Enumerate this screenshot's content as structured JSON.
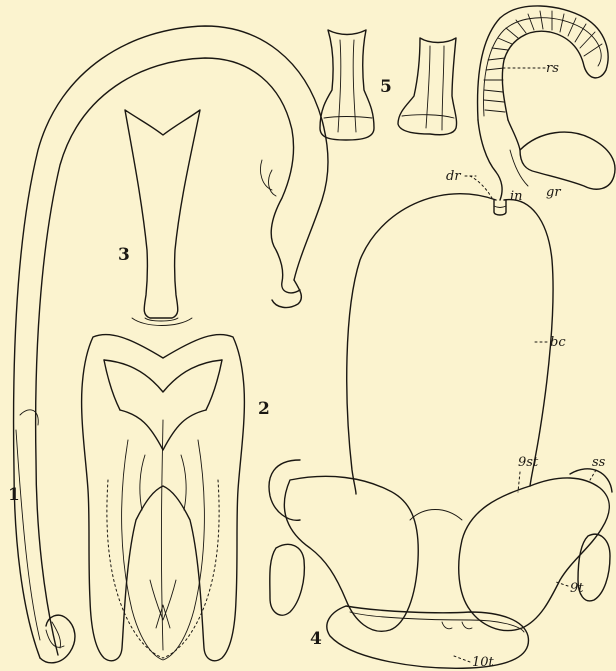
{
  "figure_numbers": {
    "fig1": "1",
    "fig2": "2",
    "fig3": "3",
    "fig4": "4",
    "fig5": "5"
  },
  "labels": {
    "rs": "rs",
    "dr": "dr",
    "gr": "gr",
    "in": "in",
    "bc": "bc",
    "ninth_st": "9st",
    "ss": "ss",
    "ninth_t": "9t",
    "tenth_t": "10t"
  },
  "colors": {
    "paper": "#fbf3cf",
    "ink": "#1a1712"
  }
}
